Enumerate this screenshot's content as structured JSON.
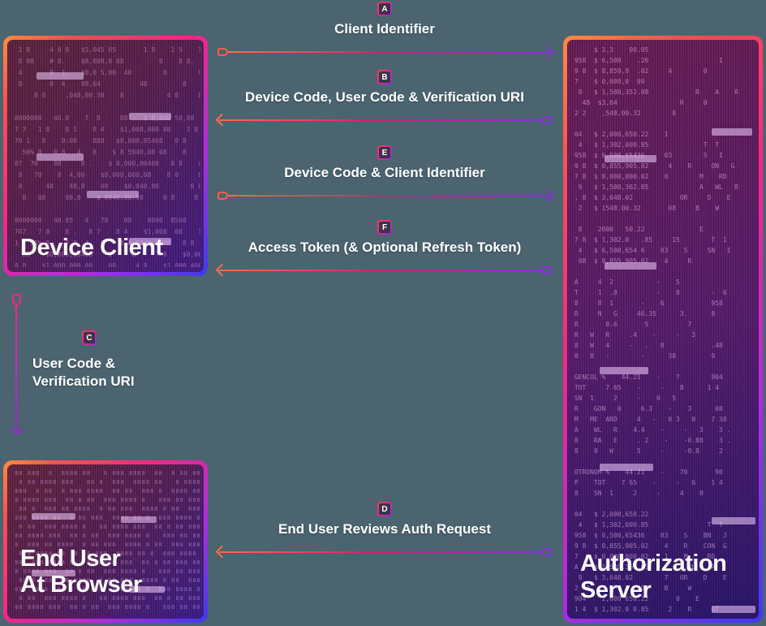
{
  "page": {
    "background_color": "#4b6470"
  },
  "colors": {
    "arrow_gradient_start": "#ff6b4a",
    "arrow_gradient_end": "#8b2be2",
    "vertical_arrow_start": "#f7258e",
    "vertical_arrow_end": "#a21fd6",
    "box_border_gradient": [
      "#ff8c3e",
      "#ff5050",
      "#f72585",
      "#b02be0",
      "#3c3af2"
    ],
    "label_text": "#ffffff"
  },
  "boxes": {
    "device_client": {
      "title": "Device Client"
    },
    "end_user": {
      "title_line1": "End User",
      "title_line2": "At Browser"
    },
    "auth_server": {
      "title_line1": "Authorization",
      "title_line2": "Server"
    }
  },
  "flows": {
    "A": {
      "letter": "A",
      "label": "Client Identifier",
      "direction": "right"
    },
    "B": {
      "letter": "B",
      "label": "Device Code, User Code & Verification URI",
      "direction": "left"
    },
    "C": {
      "letter": "C",
      "label_line1": "User Code &",
      "label_line2": "Verification URI",
      "direction": "down"
    },
    "D": {
      "letter": "D",
      "label": "End User Reviews Auth Request",
      "direction": "left"
    },
    "E": {
      "letter": "E",
      "label": "Device Code & Client Identifier",
      "direction": "right"
    },
    "F": {
      "letter": "F",
      "label": "Access Token (& Optional Refresh Token)",
      "direction": "left"
    }
  },
  "texture": {
    "device_client": [
      "  1 8     4 0 8   $5,045 05       1 8    1 5    100    8 8    5 8",
      "  8 08    # 8.    $8,008,8 08         0    8 8.   8 0,85     $1,005",
      "  4       8  1    $0,0 5,00  40        8        9 4      5 1   $ 8,0 5",
      "  8       8  4    88,04          48         8    0 8     4 8    8 40 8",
      "      8 8     ,048,00.38    8           4 8     8 8     ,048",
      "",
      " 8000008   40.8    7  8     88    $ 8,000 50,08   8000008   44.8",
      " 7 7   1 8    8 1    8 4    $1,008,000 88    7 8    1 7    $1,858,08",
      " 70 1   8    0:08    888   $8,000,85408   0 8    8 1    8 78    800",
      "   50% 8   0,8   4   8    $ 8 5940,08 08    8     00 1   90 78  $8,880",
      " 87  70    88     8 .    $ 8,000,00408   8 8    48 8    87 1   $8,088",
      "  8   70    8  4,00    $8,000,000,08    8 0     8 .    4 8   $ 8,088",
      "  8      48    40,8    08    $0,040.08        8 8     . 8     80,040",
      "   8   08     08,8    $ 8040,00.58     0 8     8     , 8    $ 8948,00",
      "",
      " 8000000   40.85   4   78    08    8000  8508    8000000    45.8",
      " 707   7 8    8 .   8 7    8 4    $1,008  08    101    7 8   $1,040,0",
      " 1   50% 8    0,8  4   8    8,8 5040,0508   8 8    50% 1    88 78",
      "   08    $0,000,00408    1     8     7 8    $0,000,000.08    8   4 8",
      " 8 8    $1,000,000.08    08     4 8    $1,000,400.08     0    0 8 8"
    ],
    "auth_server": [
      "      $ 1.3    00.05",
      " 958  $ 6,500    .26                  1",
      " 9 8  $ 8,859,9  .02     4        0",
      " 7    $ 0,000,0  00",
      "  8   $ 1,500,352.08            R    A    R",
      "   48  $3,04                R     0",
      " 2 2    ,548,00.32        8",
      "",
      " 04   $ 2,000,650.22    1",
      "  4   $ 1,302,000.85              T  T",
      " 958  $ 6,500,65436     03        S   I",
      " 9 8  $ 0,855,905.02     4    R     ON   G",
      " 7 8  $ 0,000,000.02    0        M    RD",
      "  9   $ 1,500,362.05             A   WL   R",
      " , 8  $ 3,048.02            OR     D    E",
      "  2   $ 1548.00.32       08     B    W",
      "",
      "  8    2000   50.22              E",
      " 7 8  $ 1,302.0   .85     15        T  1",
      "  4   $ 6,500,654 6    03    5     SN   I",
      "  08  $ 0,855,905.02    4     R",
      "",
      " A     4  2           -    5",
      " T     1  .8          -    8        -  6",
      " 8     8  1       -    6            958",
      " R     N   G     46.35      3.      8",
      " R       0.6       5          7",
      " R   W   R     .4    -     -   3",
      " 8   W   4     -   .   8            .48",
      " 0   8   -        -      38         9",
      "",
      " GENCOL %    44.21    -    7        904",
      " TOT     7 65    -     -    8      1 4",
      " SN  1     2     -    0   5",
      " R    GON   0     6.3    -    3      08",
      " M   ME  ARD     4   -   0 3   0    7 38",
      " A    WL   R    4.4    -     -   3    3 .",
      " 8    RA   E     . 2    -    -0.88    3 .",
      " 8    0   W      5     -     -0.8     2",
      "",
      " OTRONOM %    44.21    -    70       90",
      " P    TOT    7 65    -     -   6    1 4",
      " 8    SN  1     2     -     4    0",
      "",
      " 04   $ 2,000,650.22",
      "  4   $ 1,302,000.85               T  T",
      " 958  $ 6,500,65436    03    S    BN   J",
      " 9 8  $ 0,855,905.02    4    R    CON  G",
      " 7    $ 0,000,000.02    1    M     RD",
      " A    $ 1,500,36 .05          WL    R",
      "  9   $ 3,048.02        7   OR    D    E",
      " 2  8             08    B     W",
      " 904    2,000 650.22       0    E",
      " 1 4  $ 1,302.0 0.85     2    R     OT"
    ],
    "end_user": [
      " 88 888  8  8888 88   8 888 8888  88  8 88 888 8888 8",
      "  8 88 8888 888   88 8  888  8888 88   8 8888 888  88",
      " 888  8 88  8 888 8888  88 88  888 8  8888 88  8 8 88",
      " 8 8888 888  88 8 88  888 8888 8   888 88 8888  88 88",
      "  88 8  888 88 8888  8 88 888  8888 8 88  888 8888  8",
      " 888 8888 88  8 88 888  8888 88 8  888 8888 88  8 888",
      "  8 88  888 8888 8   88 8888 888  88 8 88 888 8888 88",
      " 88 8888 888  88 8 88  888 8888 8   888 88 8888  88 8",
      " 8  888 88 8888  8 88 888  8888 8 88  888 8888  8 888",
      "  888 8888 88  8 88 888  8888 88 8  888 8888 88  8 88",
      " 88  888 8888 8   88 8888 888  88 8 88 888 8888 88  8",
      " 8 8888 888  88 8 88  888 8888 8   888 88 8888  88 88",
      "  88 8  888 88 8888  8 88 888  8888 8 88  888 8888  8",
      " 888 8888 88  8 88 888  8888 88 8  888 8888 88  8 888",
      "  8 88  888 8888 8   88 8888 888  88 8 88 888 8888 88",
      " 88 8888 888  88 8 88  888 8888 8   888 88 8888  88 8",
      " 8  888 88 8888  8 88 888  8888 8 88  888 8888  8 888",
      "  888 8888 88  8 88 888  8888 88 8  888 8888 88  8 88"
    ]
  }
}
